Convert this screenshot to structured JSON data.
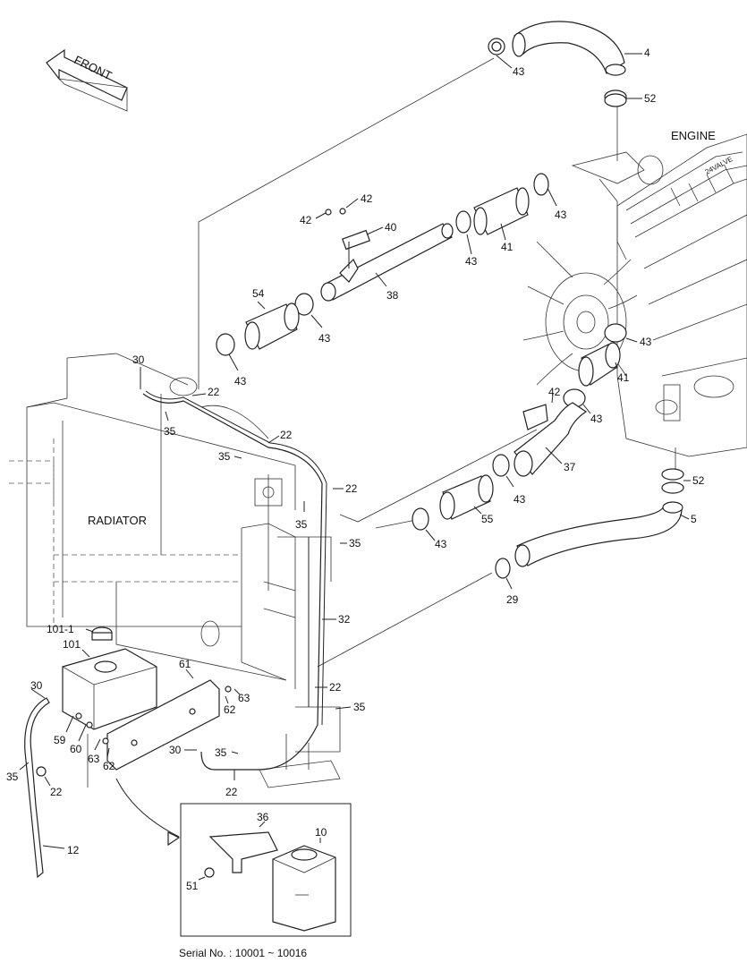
{
  "labels": {
    "front": "FRONT",
    "engine": "ENGINE",
    "radiator": "RADIATOR",
    "serial": "Serial No. : 10001 ~ 10016"
  },
  "callouts": [
    {
      "id": "c4",
      "text": "4"
    },
    {
      "id": "c43a",
      "text": "43"
    },
    {
      "id": "c52a",
      "text": "52"
    },
    {
      "id": "c43b",
      "text": "43"
    },
    {
      "id": "c42a",
      "text": "42"
    },
    {
      "id": "c42b",
      "text": "42"
    },
    {
      "id": "c40",
      "text": "40"
    },
    {
      "id": "c41a",
      "text": "41"
    },
    {
      "id": "c43c",
      "text": "43"
    },
    {
      "id": "c54",
      "text": "54"
    },
    {
      "id": "c38",
      "text": "38"
    },
    {
      "id": "c43d",
      "text": "43"
    },
    {
      "id": "c43e",
      "text": "43"
    },
    {
      "id": "c30a",
      "text": "30"
    },
    {
      "id": "c22a",
      "text": "22"
    },
    {
      "id": "c35a",
      "text": "35"
    },
    {
      "id": "c43f",
      "text": "43"
    },
    {
      "id": "c41b",
      "text": "41"
    },
    {
      "id": "c42c",
      "text": "42"
    },
    {
      "id": "c43g",
      "text": "43"
    },
    {
      "id": "c22b",
      "text": "22"
    },
    {
      "id": "c35b",
      "text": "35"
    },
    {
      "id": "c37",
      "text": "37"
    },
    {
      "id": "c22c",
      "text": "22"
    },
    {
      "id": "c43h",
      "text": "43"
    },
    {
      "id": "c52b",
      "text": "52"
    },
    {
      "id": "c35c",
      "text": "35"
    },
    {
      "id": "c55",
      "text": "55"
    },
    {
      "id": "c5",
      "text": "5"
    },
    {
      "id": "c35d",
      "text": "35"
    },
    {
      "id": "c43i",
      "text": "43"
    },
    {
      "id": "c29",
      "text": "29"
    },
    {
      "id": "c32",
      "text": "32"
    },
    {
      "id": "c101-1",
      "text": "101-1"
    },
    {
      "id": "c101",
      "text": "101"
    },
    {
      "id": "c61",
      "text": "61"
    },
    {
      "id": "c30b",
      "text": "30"
    },
    {
      "id": "c63a",
      "text": "63"
    },
    {
      "id": "c62a",
      "text": "62"
    },
    {
      "id": "c22d",
      "text": "22"
    },
    {
      "id": "c35e",
      "text": "35"
    },
    {
      "id": "c59",
      "text": "59"
    },
    {
      "id": "c60",
      "text": "60"
    },
    {
      "id": "c63b",
      "text": "63"
    },
    {
      "id": "c62b",
      "text": "62"
    },
    {
      "id": "c30c",
      "text": "30"
    },
    {
      "id": "c35f",
      "text": "35"
    },
    {
      "id": "c35g",
      "text": "35"
    },
    {
      "id": "c22e",
      "text": "22"
    },
    {
      "id": "c22f",
      "text": "22"
    },
    {
      "id": "c12",
      "text": "12"
    },
    {
      "id": "c36",
      "text": "36"
    },
    {
      "id": "c10",
      "text": "10"
    },
    {
      "id": "c51",
      "text": "51"
    }
  ]
}
